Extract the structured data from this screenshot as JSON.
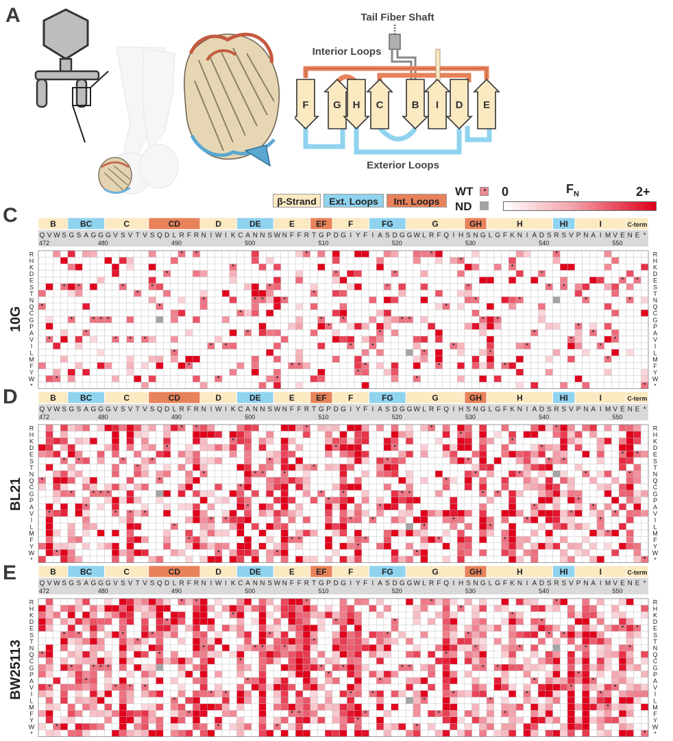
{
  "panels": {
    "a": "A",
    "c": "C",
    "d": "D",
    "e": "E"
  },
  "schematic": {
    "tail_fiber_shaft": "Tail Fiber Shaft",
    "interior_loops": "Interior Loops",
    "exterior_loops": "Exterior Loops",
    "strands": [
      "F",
      "G",
      "H",
      "C",
      "B",
      "I",
      "D",
      "E"
    ]
  },
  "legend": {
    "beta_strand": "β-Strand",
    "ext_loops": "Ext. Loops",
    "int_loops": "Int. Loops",
    "wt": "WT",
    "nd": "ND",
    "fn_label": "F",
    "fn_sub": "N",
    "scale_min": "0",
    "scale_max": "2+"
  },
  "colors": {
    "strand": "#fbe9c2",
    "ext_loop": "#8fd3ef",
    "int_loop": "#e8825a",
    "heat_max": "#e0001b",
    "nd_gray": "#a4a4a4",
    "header_gray": "#d9d9d9"
  },
  "residues": [
    "Q",
    "V",
    "W",
    "S",
    "G",
    "S",
    "A",
    "G",
    "G",
    "G",
    "V",
    "S",
    "V",
    "T",
    "V",
    "S",
    "Q",
    "D",
    "L",
    "R",
    "F",
    "R",
    "N",
    "I",
    "W",
    "I",
    "K",
    "C",
    "A",
    "N",
    "N",
    "S",
    "W",
    "N",
    "F",
    "F",
    "R",
    "T",
    "G",
    "P",
    "D",
    "G",
    "I",
    "Y",
    "F",
    "I",
    "A",
    "S",
    "D",
    "G",
    "G",
    "W",
    "L",
    "R",
    "F",
    "Q",
    "I",
    "H",
    "S",
    "N",
    "G",
    "L",
    "G",
    "F",
    "K",
    "N",
    "I",
    "A",
    "D",
    "S",
    "R",
    "S",
    "V",
    "P",
    "N",
    "A",
    "I",
    "M",
    "V",
    "E",
    "N",
    "E",
    "*"
  ],
  "position_labels": [
    {
      "text": "472",
      "index": 0
    },
    {
      "text": "480",
      "index": 8
    },
    {
      "text": "490",
      "index": 18
    },
    {
      "text": "500",
      "index": 28
    },
    {
      "text": "510",
      "index": 38
    },
    {
      "text": "520",
      "index": 48
    },
    {
      "text": "530",
      "index": 58
    },
    {
      "text": "540",
      "index": 68
    },
    {
      "text": "550",
      "index": 78
    }
  ],
  "segments": [
    {
      "label": "B",
      "kind": "strand",
      "start": 0,
      "end": 3
    },
    {
      "label": "BC",
      "kind": "ext",
      "start": 4,
      "end": 8
    },
    {
      "label": "C",
      "kind": "strand",
      "start": 9,
      "end": 14
    },
    {
      "label": "CD",
      "kind": "int",
      "start": 15,
      "end": 21
    },
    {
      "label": "D",
      "kind": "strand",
      "start": 22,
      "end": 26
    },
    {
      "label": "DE",
      "kind": "ext",
      "start": 27,
      "end": 31
    },
    {
      "label": "E",
      "kind": "strand",
      "start": 32,
      "end": 36
    },
    {
      "label": "EF",
      "kind": "int",
      "start": 37,
      "end": 39
    },
    {
      "label": "F",
      "kind": "strand",
      "start": 40,
      "end": 44
    },
    {
      "label": "FG",
      "kind": "ext",
      "start": 45,
      "end": 49
    },
    {
      "label": "G",
      "kind": "strand",
      "start": 50,
      "end": 57
    },
    {
      "label": "GH",
      "kind": "int",
      "start": 58,
      "end": 60
    },
    {
      "label": "H",
      "kind": "strand",
      "start": 61,
      "end": 69
    },
    {
      "label": "HI",
      "kind": "ext",
      "start": 70,
      "end": 72
    },
    {
      "label": "I",
      "kind": "strand",
      "start": 73,
      "end": 79
    },
    {
      "label": "C-term",
      "kind": "strand",
      "start": 80,
      "end": 82
    }
  ],
  "mutant_aas": [
    "R",
    "H",
    "K",
    "D",
    "E",
    "S",
    "T",
    "N",
    "Q",
    "C",
    "G",
    "P",
    "A",
    "V",
    "I",
    "L",
    "M",
    "F",
    "Y",
    "W",
    "*"
  ],
  "heatmaps": [
    {
      "label": "10G",
      "seed": 11,
      "density": 0.22
    },
    {
      "label": "BL21",
      "seed": 29,
      "density": 0.45
    },
    {
      "label": "BW25113",
      "seed": 47,
      "density": 0.55
    }
  ]
}
